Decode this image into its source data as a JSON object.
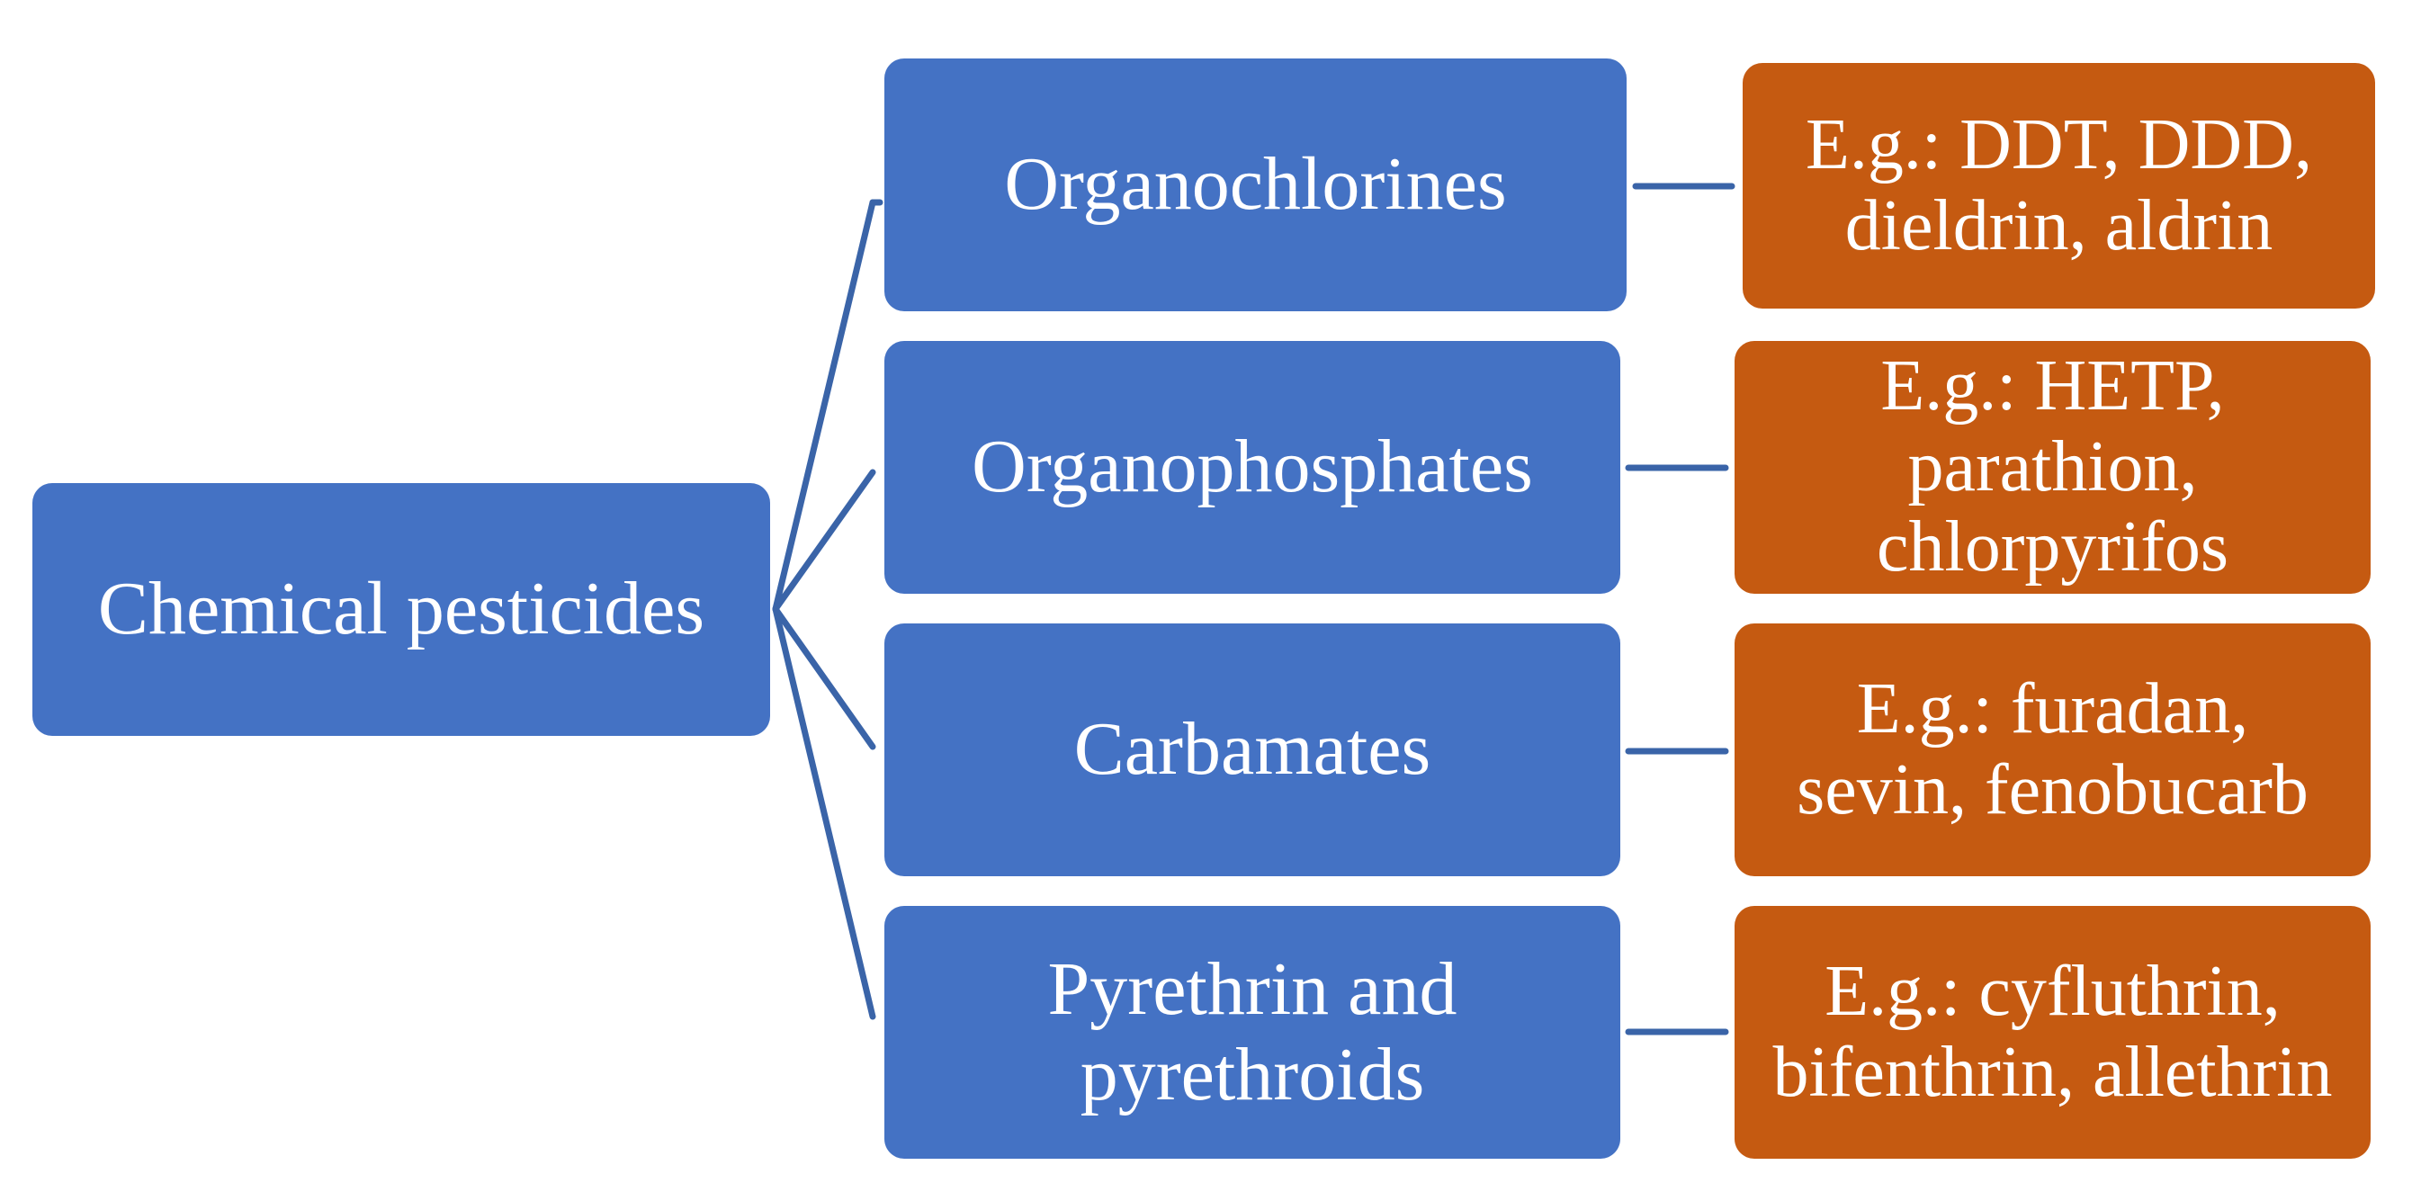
{
  "root": {
    "label": "Chemical pesticides"
  },
  "categories": [
    {
      "label": "Organochlorines",
      "examples": "E.g.: DDT, DDD,\ndieldrin,  aldrin"
    },
    {
      "label": "Organophosphates",
      "examples": "E.g.: HETP,\nparathion,\nchlorpyrifos"
    },
    {
      "label": "Carbamates",
      "examples": "E.g.: furadan,\nsevin, fenobucarb"
    },
    {
      "label": "Pyrethrin and\npyrethroids",
      "examples": "E.g.: cyfluthrin,\nbifenthrin, allethrin"
    }
  ],
  "colors": {
    "category_fill": "#4472c4",
    "example_fill": "#c55a11",
    "connector": "#3a64a8",
    "text": "#ffffff"
  }
}
